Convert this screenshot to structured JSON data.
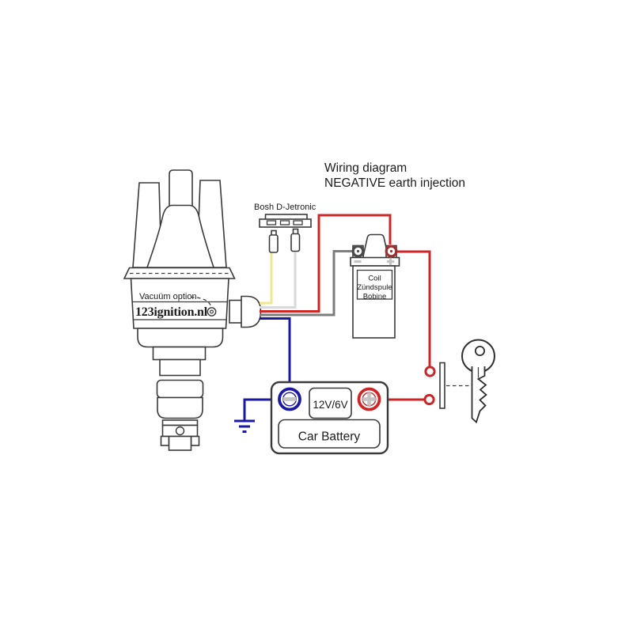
{
  "title": {
    "line1": "Wiring diagram",
    "line2": "NEGATIVE earth injection"
  },
  "bosch_connector": {
    "label": "Bosh D-Jetronic",
    "slot_count": 3,
    "pin_count": 2
  },
  "distributor": {
    "vacuum_label": "Vacuüm option",
    "brand": "123ignition.nl",
    "registered_mark": "◎"
  },
  "coil": {
    "label_line1": "Coil",
    "label_line2": "Zündspule",
    "label_line3": "Bobine",
    "terminal_left": "−",
    "terminal_right": "+"
  },
  "battery": {
    "voltage": "12V/6V",
    "label": "Car Battery",
    "terminal_left": "−",
    "terminal_right": "+"
  },
  "ignition_switch": {
    "component": "key with switch plate and two terminals"
  },
  "wires": [
    {
      "color": "yellow",
      "from": "distributor plug",
      "to": "Bosch connector left pin"
    },
    {
      "color": "white",
      "from": "distributor plug",
      "to": "Bosch connector right pin"
    },
    {
      "color": "red",
      "from": "distributor plug",
      "to": "coil + terminal"
    },
    {
      "color": "grey",
      "from": "distributor plug",
      "to": "coil − terminal"
    },
    {
      "color": "blue",
      "from": "distributor plug",
      "to": "battery − terminal and ground"
    },
    {
      "color": "red",
      "from": "coil + terminal",
      "to": "ignition switch upper terminal"
    },
    {
      "color": "red",
      "from": "battery + terminal",
      "to": "ignition switch lower terminal"
    }
  ],
  "colors": {
    "wire_red": "#cd2627",
    "wire_blue": "#1c19a1",
    "wire_yellow": "#efe88e",
    "wire_white": "#d9d9d9",
    "wire_gray": "#7d7d7d",
    "terminal_dark": "#4a4a4a",
    "terminal_maroon": "#a03030",
    "outline": "#3a3a3a"
  }
}
